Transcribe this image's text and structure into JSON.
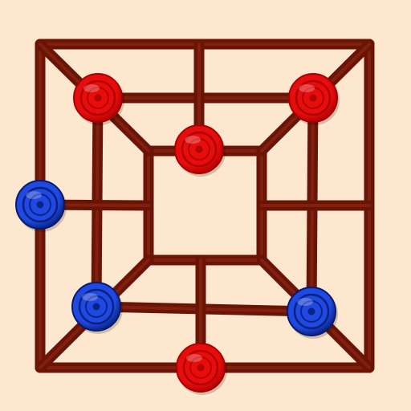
{
  "game": {
    "name": "nine-mens-morris",
    "colors": {
      "background": "#fde7cf",
      "board_line": "#6a1406",
      "board_line_highlight": "#8d2a14",
      "red_piece": "#e60d0d",
      "red_piece_dark": "#a80000",
      "blue_piece": "#0f2fb0",
      "blue_piece_dark": "#061a6e"
    },
    "pieces": [
      {
        "id": "red-1",
        "color": "red",
        "point": "middle-top-left"
      },
      {
        "id": "red-2",
        "color": "red",
        "point": "middle-top-right"
      },
      {
        "id": "red-3",
        "color": "red",
        "point": "inner-top-middle"
      },
      {
        "id": "red-4",
        "color": "red",
        "point": "outer-bottom-middle"
      },
      {
        "id": "blue-1",
        "color": "blue",
        "point": "outer-left-middle"
      },
      {
        "id": "blue-2",
        "color": "blue",
        "point": "middle-bottom-left"
      },
      {
        "id": "blue-3",
        "color": "blue",
        "point": "middle-bottom-right"
      }
    ]
  }
}
